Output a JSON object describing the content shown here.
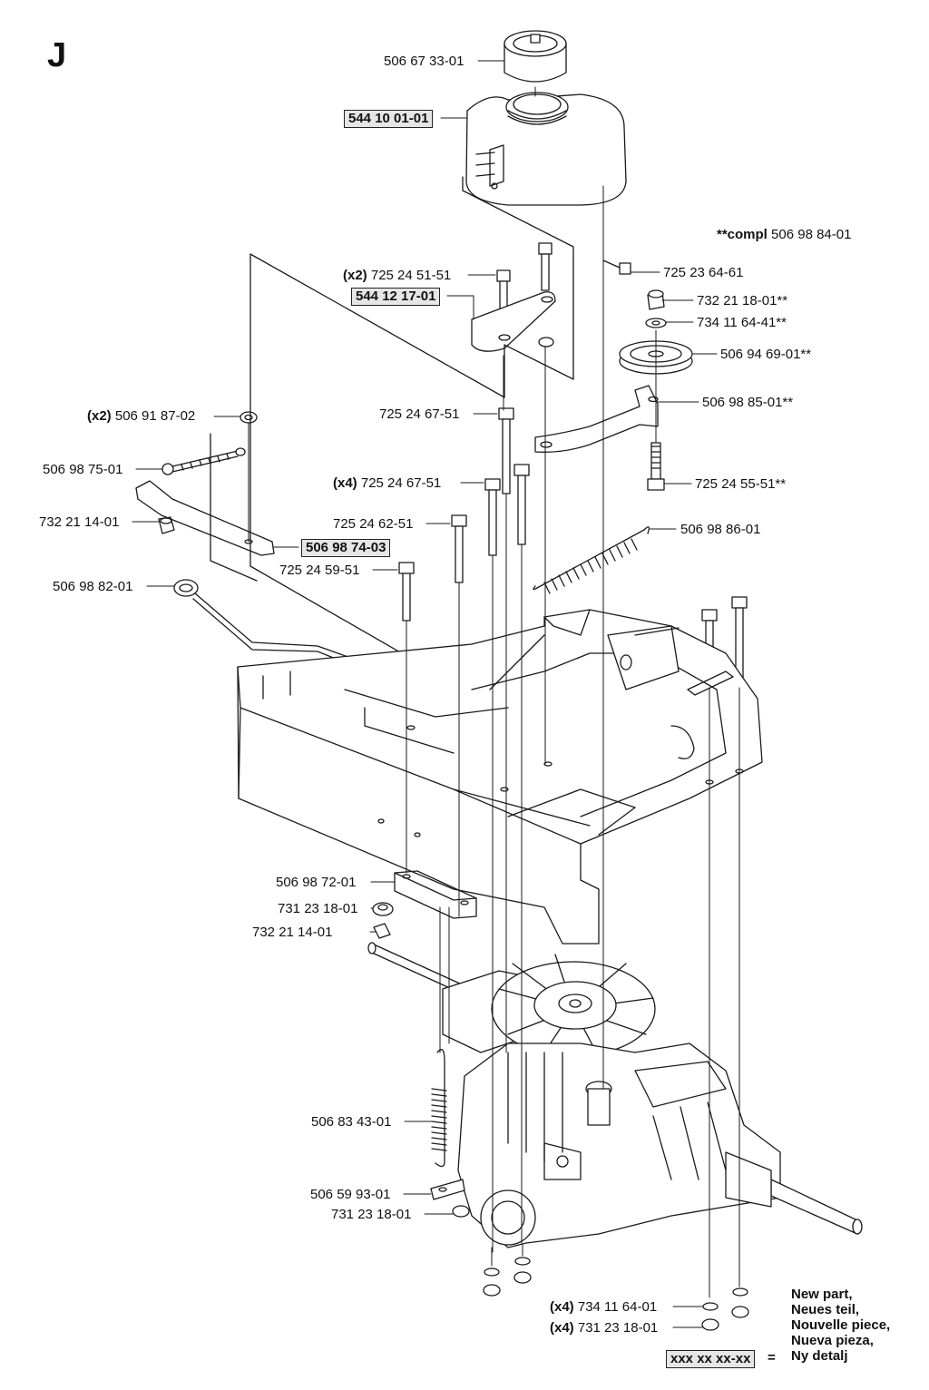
{
  "section": "J",
  "compl_note": {
    "prefix": "**compl",
    "number": "506 98 84-01"
  },
  "labels": {
    "cap": "506 67 33-01",
    "tank": "544 10 01-01",
    "tank_screw": "725 23 64-61",
    "bracket_bolt_qty": "(x2)",
    "bracket_bolt": "725 24 51-51",
    "bracket": "544 12 17-01",
    "nut_top": "732 21 18-01**",
    "washer_top": "734 11 64-41**",
    "pulley": "506 94 69-01**",
    "idler_arm": "506 98 85-01**",
    "idler_bolt": "725 24 55-51**",
    "spring_top": "506 98 86-01",
    "grommet_qty": "(x2)",
    "grommet": "506 91 87-02",
    "bolt_6751": "725 24 67-51",
    "bolt_6751_x4_qty": "(x4)",
    "bolt_6751_x4": "725 24 67-51",
    "bolt_6251": "725 24 62-51",
    "bolt_5951": "725 24 59-51",
    "rod_end": "506 98 75-01",
    "nut_1401_a": "732 21 14-01",
    "lever_plate": "506 98 74-03",
    "tow_rod": "506 98 82-01",
    "spacer_block": "506 98 72-01",
    "nut_1801_a": "731 23 18-01",
    "nut_1401_b": "732 21 14-01",
    "spring_bottom": "506 83 43-01",
    "spring_plate": "506 59 93-01",
    "nut_1801_b": "731 23 18-01",
    "washer_bottom_qty": "(x4)",
    "washer_bottom": "734 11 64-01",
    "nut_bottom_qty": "(x4)",
    "nut_bottom": "731 23 18-01"
  },
  "legend": {
    "lines": [
      "New part,",
      "Neues teil,",
      "Nouvelle piece,",
      "Nueva pieza,",
      "Ny detalj"
    ],
    "box_text": "xxx xx xx-xx",
    "equals": "="
  }
}
